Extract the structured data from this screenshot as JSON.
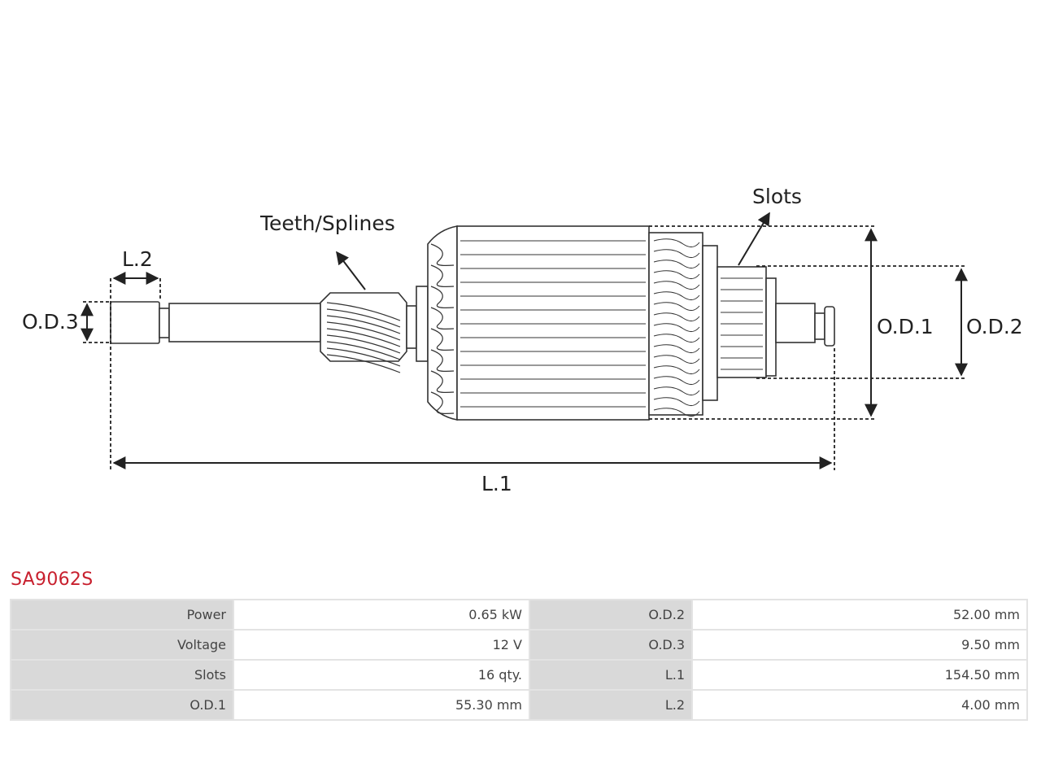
{
  "diagram": {
    "labels": {
      "teeth_splines": "Teeth/Splines",
      "slots": "Slots",
      "od1": "O.D.1",
      "od2": "O.D.2",
      "od3": "O.D.3",
      "l1": "L.1",
      "l2": "L.2"
    }
  },
  "product": {
    "code": "SA9062S"
  },
  "specs": [
    {
      "k1": "Power",
      "v1": "0.65 kW",
      "k2": "O.D.2",
      "v2": "52.00 mm"
    },
    {
      "k1": "Voltage",
      "v1": "12 V",
      "k2": "O.D.3",
      "v2": "9.50 mm"
    },
    {
      "k1": "Slots",
      "v1": "16 qty.",
      "k2": "L.1",
      "v2": "154.50 mm"
    },
    {
      "k1": "O.D.1",
      "v1": "55.30 mm",
      "k2": "L.2",
      "v2": "4.00 mm"
    }
  ],
  "colors": {
    "code": "#c8202e",
    "key_cell": "#d9d9d9",
    "value_cell": "#ffffff"
  }
}
